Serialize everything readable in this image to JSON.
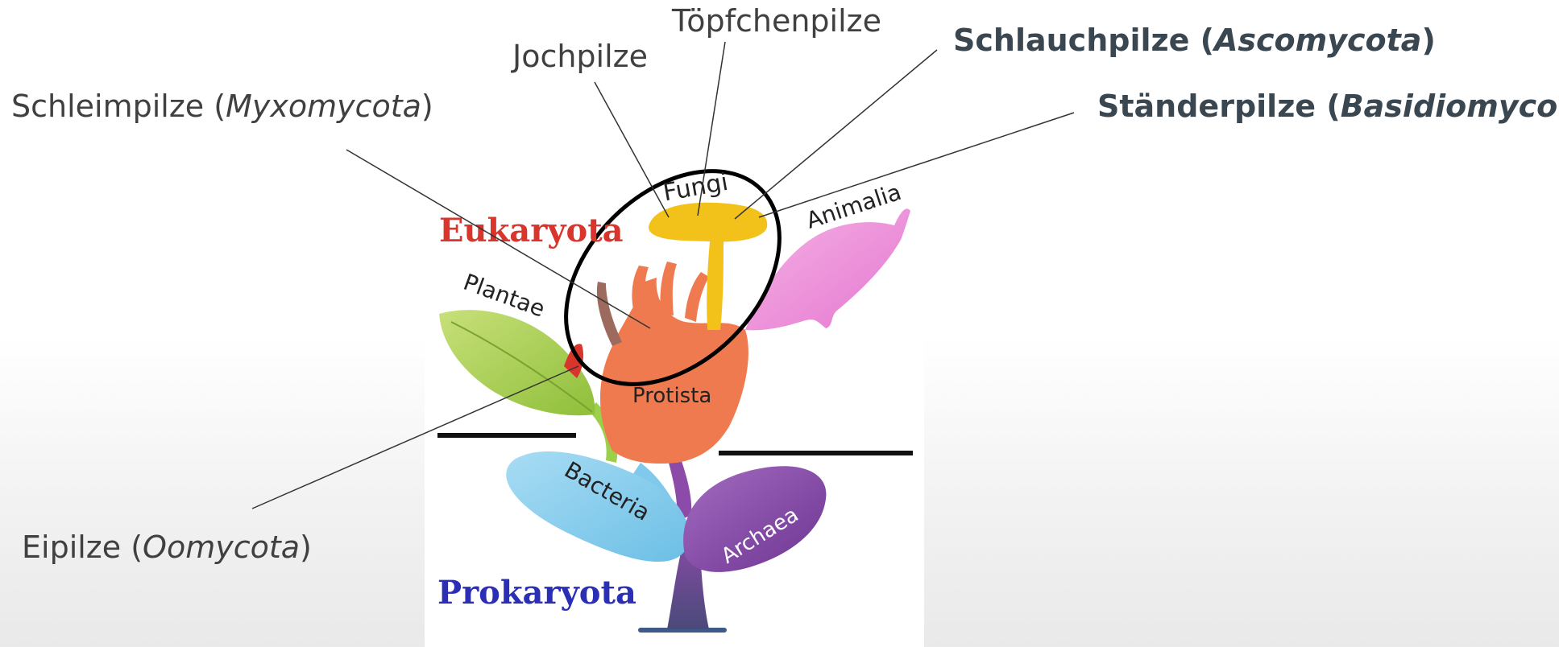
{
  "callouts": {
    "toepfchenpilze": {
      "text": "Töpfchenpilze"
    },
    "jochpilze": {
      "text": "Jochpilze"
    },
    "schlauchpilze": {
      "prefix": "Schlauchpilze (",
      "italic": "Ascomycota",
      "suffix": ")"
    },
    "staenderpilze": {
      "prefix": "Ständerpilze (",
      "italic": "Basidiomycota",
      "suffix": ")"
    },
    "schleimpilze": {
      "prefix": "Schleimpilze (",
      "italic": "Myxomycota",
      "suffix": ")"
    },
    "eipilze": {
      "prefix": "Eipilze (",
      "italic": "Oomycota",
      "suffix": ")"
    }
  },
  "tree": {
    "eukaryota": "Eukaryota",
    "prokaryota": "Prokaryota",
    "fungi": "Fungi",
    "animalia": "Animalia",
    "plantae": "Plantae",
    "protista": "Protista",
    "bacteria": "Bacteria",
    "archaea": "Archaea"
  },
  "colors": {
    "eukaryota": "#d8352c",
    "prokaryota": "#2b2fb5",
    "fungi": "#f2c21a",
    "animalia": "#ef8ad6",
    "plantae": "#a6cf4a",
    "protista": "#f07a4f",
    "bacteria": "#7ec9ec",
    "archaea": "#8c4ba8",
    "highlight_ellipse": "#000000"
  }
}
